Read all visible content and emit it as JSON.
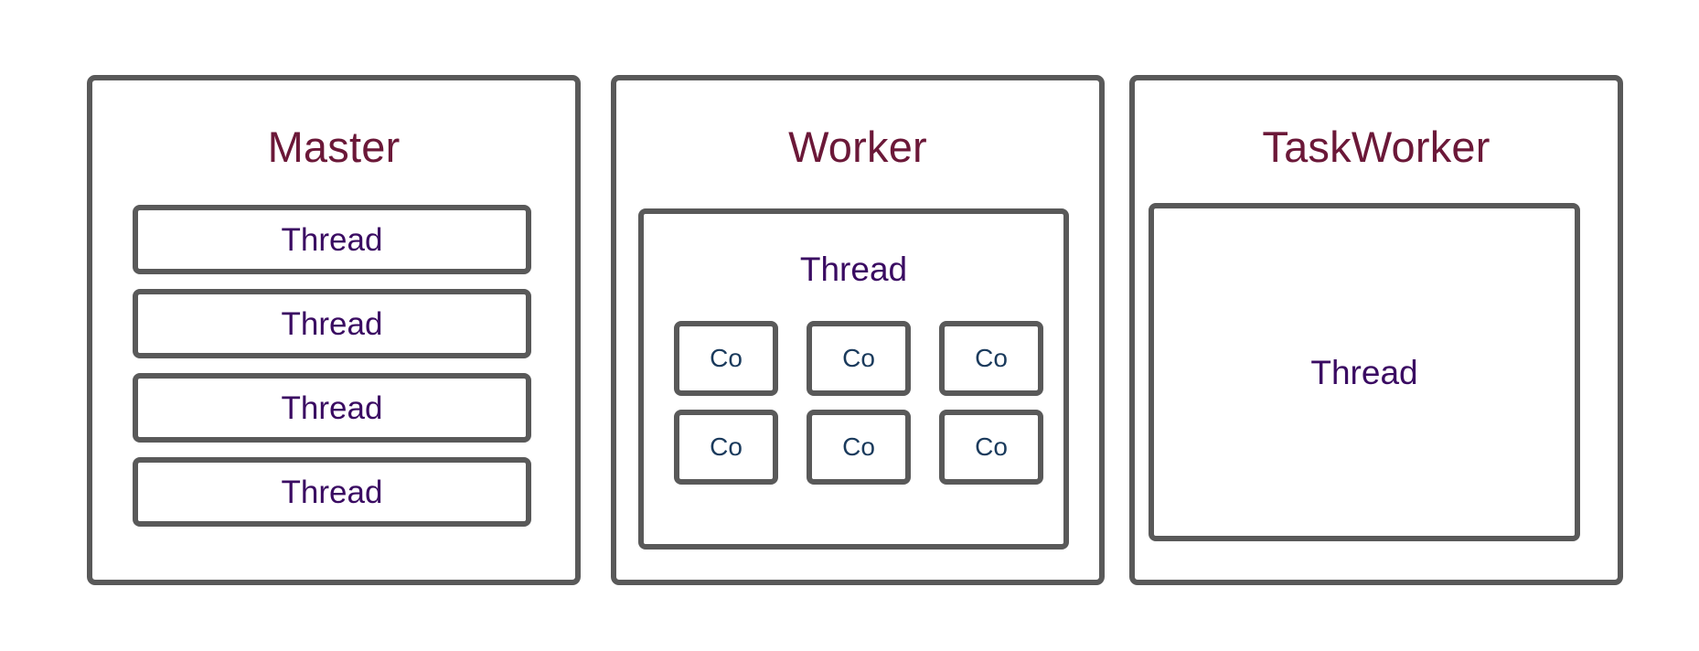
{
  "diagram": {
    "title": "",
    "background_color": "#ffffff",
    "border_color": "#595959",
    "panel_title_color": "#6B1838",
    "thread_label_color": "#3A0B62",
    "coroutine_label_color": "#1A3A5C",
    "panels": [
      {
        "id": "master",
        "title": "Master",
        "threads": [
          {
            "label": "Thread"
          },
          {
            "label": "Thread"
          },
          {
            "label": "Thread"
          },
          {
            "label": "Thread"
          }
        ]
      },
      {
        "id": "worker",
        "title": "Worker",
        "thread": {
          "label": "Thread",
          "coroutines": [
            {
              "label": "Co"
            },
            {
              "label": "Co"
            },
            {
              "label": "Co"
            },
            {
              "label": "Co"
            },
            {
              "label": "Co"
            },
            {
              "label": "Co"
            }
          ]
        }
      },
      {
        "id": "taskworker",
        "title": "TaskWorker",
        "thread": {
          "label": "Thread"
        }
      }
    ]
  }
}
